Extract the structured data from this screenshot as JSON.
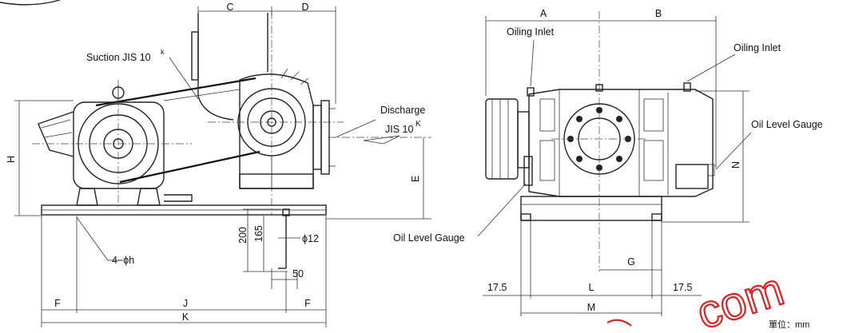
{
  "labels": {
    "suction": "Suction JIS 10",
    "suction_sup": "k",
    "discharge": "Discharge",
    "jis": "JIS 10",
    "jis_sup": "K",
    "holes": "4−ϕh",
    "phi12": "ϕ12",
    "oiling_inlet_1": "Oiling Inlet",
    "oiling_inlet_2": "Oiling Inlet",
    "oil_level_gauge_1": "Oil Level Gauge",
    "oil_level_gauge_2": "Oil Level Gauge"
  },
  "dimensions": {
    "C": "C",
    "D": "D",
    "H": "H",
    "E": "E",
    "F_left": "F",
    "J": "J",
    "F_right": "F",
    "K": "K",
    "d200": "200",
    "d165": "165",
    "d50": "50",
    "A": "A",
    "B": "B",
    "N": "N",
    "G": "G",
    "L": "L",
    "M": "M",
    "d17_5_left": "17.5",
    "d17_5_right": "17.5"
  },
  "watermark": "com",
  "corner_text": "單位：mm"
}
